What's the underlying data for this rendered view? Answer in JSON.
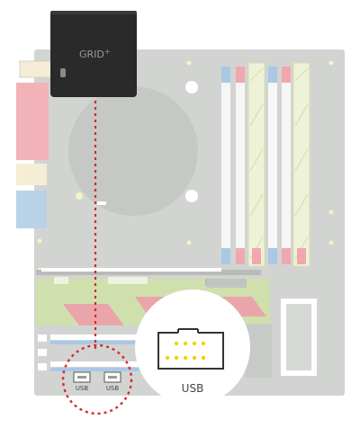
{
  "device": {
    "label": "GRID",
    "superscript": "+"
  },
  "headers": {
    "left_label": "USB",
    "right_label": "USB"
  },
  "zoom": {
    "label": "USB"
  },
  "colors": {
    "board": "#d2d4d2",
    "board_dark": "#c3c5c3",
    "device": "#2a2a2a",
    "dotted_line": "#d42b2b",
    "ram_slot_white": "#f4f4f4",
    "ram_clip_pink": "#f0a8ae",
    "ram_clip_blue": "#a9c8e6",
    "ram_frame_green": "#d9e2b8",
    "pcie_green": "#cfe0ad",
    "pcie_pink": "#eaa5ab",
    "io_pink": "#f1b3b7",
    "io_cream": "#f6edd5",
    "io_blue": "#b8d2e8",
    "zoom_pins": "#f2d300"
  }
}
